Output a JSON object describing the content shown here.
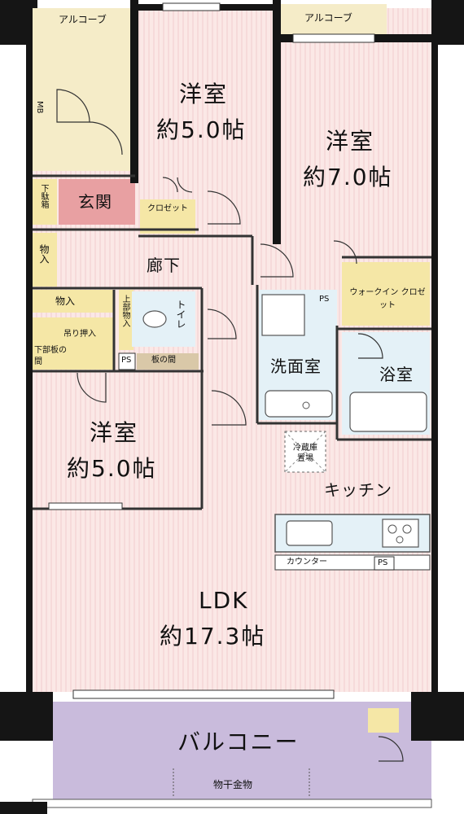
{
  "labels": {
    "alcove_left": "アルコーブ",
    "alcove_right": "アルコーブ",
    "mb": "MB",
    "youshitsu_a": "洋室",
    "youshitsu_a_size": "約5.0帖",
    "youshitsu_b": "洋室",
    "youshitsu_b_size": "約7.0帖",
    "shoes_box": "下駄箱",
    "genkan": "玄関",
    "closet": "クロゼット",
    "storage_a": "物入",
    "roka": "廊下",
    "storage_b": "物入",
    "upper_storage": "上部物入",
    "toilet": "トイレ",
    "ps_a": "PS",
    "walk_in": "ウォークイン クロゼット",
    "hang_storage": "吊り押入",
    "lower_board": "下部板の間",
    "ps_b": "PS",
    "itanoma": "板の間",
    "senmen": "洗面室",
    "yokushitsu": "浴室",
    "fridge": "冷蔵庫置場",
    "youshitsu_c": "洋室",
    "youshitsu_c_size": "約5.0帖",
    "kitchen": "キッチン",
    "counter": "カウンター",
    "ps_c": "PS",
    "ldk": "LDK",
    "ldk_size": "約17.3帖",
    "balcony": "バルコニー",
    "monohoshi": "物干金物"
  },
  "colors": {
    "floor": "#fbe8e6",
    "stripe": "#f3cfcf",
    "wall": "#151515",
    "alcove": "#f5ecc8",
    "storage": "#f5e7a6",
    "genkan": "#e8a0a2",
    "wet": "#e4f1f7",
    "balcony": "#c9bbdc"
  }
}
